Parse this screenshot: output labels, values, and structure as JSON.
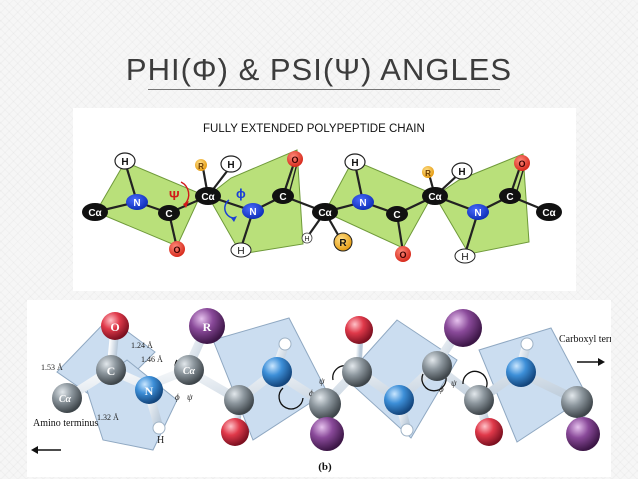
{
  "slide": {
    "title": "PHI(Φ) & PSI(Ψ) ANGLES"
  },
  "figure_a": {
    "heading": "FULLY EXTENDED POLYPEPTIDE CHAIN",
    "atoms": {
      "h": "H",
      "n": "N",
      "c": "C",
      "o": "O",
      "r": "R",
      "ca": "Cα"
    },
    "psi_symbol": "Ψ",
    "phi_symbol": "ϕ",
    "colors": {
      "plane": "#b9e07a",
      "nitrogen": "#1a3fd6",
      "oxygen": "#e23a2a",
      "r_group": "#f2b21f",
      "carbon": "#1a1a1a",
      "hydrogen": "#ffffff"
    }
  },
  "figure_b": {
    "caption": "(b)",
    "carboxyl_label": "Carboxyl terminus",
    "amino_label": "Amino terminus",
    "bond_ca_left": "1.53 Å",
    "bond_co": "1.24 Å",
    "bond_cn": "1.46 Å",
    "bond_nc": "1.32 Å",
    "atoms": {
      "o": "O",
      "c": "C",
      "n": "N",
      "r": "R",
      "h": "H",
      "ca": "Cα"
    },
    "phi": "ϕ",
    "psi": "ψ",
    "colors": {
      "plane": "#c9dcf0",
      "carbon": "#7f8a92",
      "nitrogen": "#3d8fd8",
      "oxygen": "#e0394a",
      "r_group": "#8a4a9a"
    }
  }
}
